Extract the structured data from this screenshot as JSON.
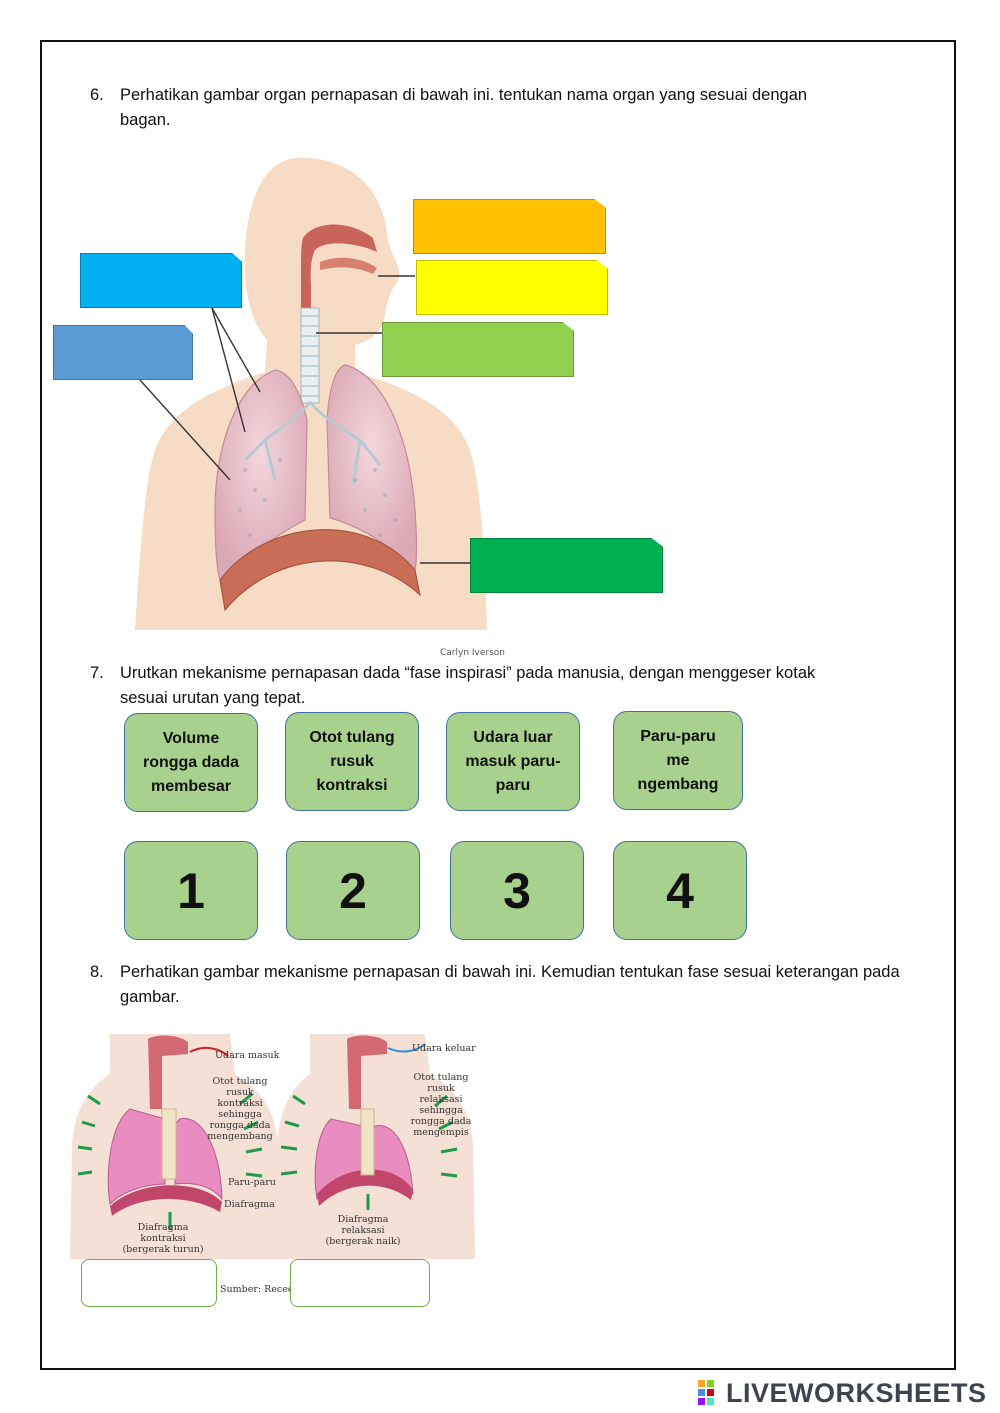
{
  "q6": {
    "number": "6.",
    "text_line1": "Perhatikan gambar organ pernapasan di bawah ini. tentukan nama organ yang sesuai dengan",
    "text_line2": "bagan.",
    "credit": "Carlyn Iverson",
    "drop_zones": [
      {
        "color": "#ffc000"
      },
      {
        "color": "#ffff00"
      },
      {
        "color": "#92d050"
      },
      {
        "color": "#00b0f0"
      },
      {
        "color": "#5b9bd5"
      },
      {
        "color": "#00b050"
      }
    ]
  },
  "q7": {
    "number": "7.",
    "text_line1": "Urutkan mekanisme pernapasan dada “fase inspirasi” pada manusia, dengan menggeser kotak",
    "text_line2": "sesuai urutan yang tepat.",
    "cards": [
      {
        "lines": [
          "Volume",
          "rongga dada",
          "membesar"
        ]
      },
      {
        "lines": [
          "Otot tulang",
          "rusuk",
          "kontraksi"
        ]
      },
      {
        "lines": [
          "Udara luar",
          "masuk paru-",
          "paru"
        ]
      },
      {
        "lines": [
          "Paru-paru",
          "me",
          "ngembang"
        ]
      }
    ],
    "slots": [
      "1",
      "2",
      "3",
      "4"
    ]
  },
  "q8": {
    "number": "8.",
    "text_line1": "Perhatikan gambar mekanisme pernapasan di bawah ini. Kemudian tentukan fase sesuai keterangan pada",
    "text_line2": "gambar.",
    "left_figure": {
      "air_label": "Udara masuk",
      "rib_label": [
        "Otot tulang rusuk",
        "kontraksi sehingga",
        "rongga dada",
        "mengembang"
      ],
      "lung_label": "Paru-paru",
      "diaphragm_label": "Diafragma",
      "diaphragm_note": [
        "Diafragma",
        "kontraksi",
        "(bergerak turun)"
      ]
    },
    "right_figure": {
      "air_label": "Udara keluar",
      "rib_label": [
        "Otot tulang rusuk",
        "relaksasi sehingga",
        "rongga dada",
        "mengempis"
      ],
      "diaphragm_note": [
        "Diafragma",
        "relaksasi",
        "(bergerak naik)"
      ]
    },
    "source": "Sumber: Recee et"
  },
  "brand": {
    "name": "LIVEWORKSHEETS"
  }
}
